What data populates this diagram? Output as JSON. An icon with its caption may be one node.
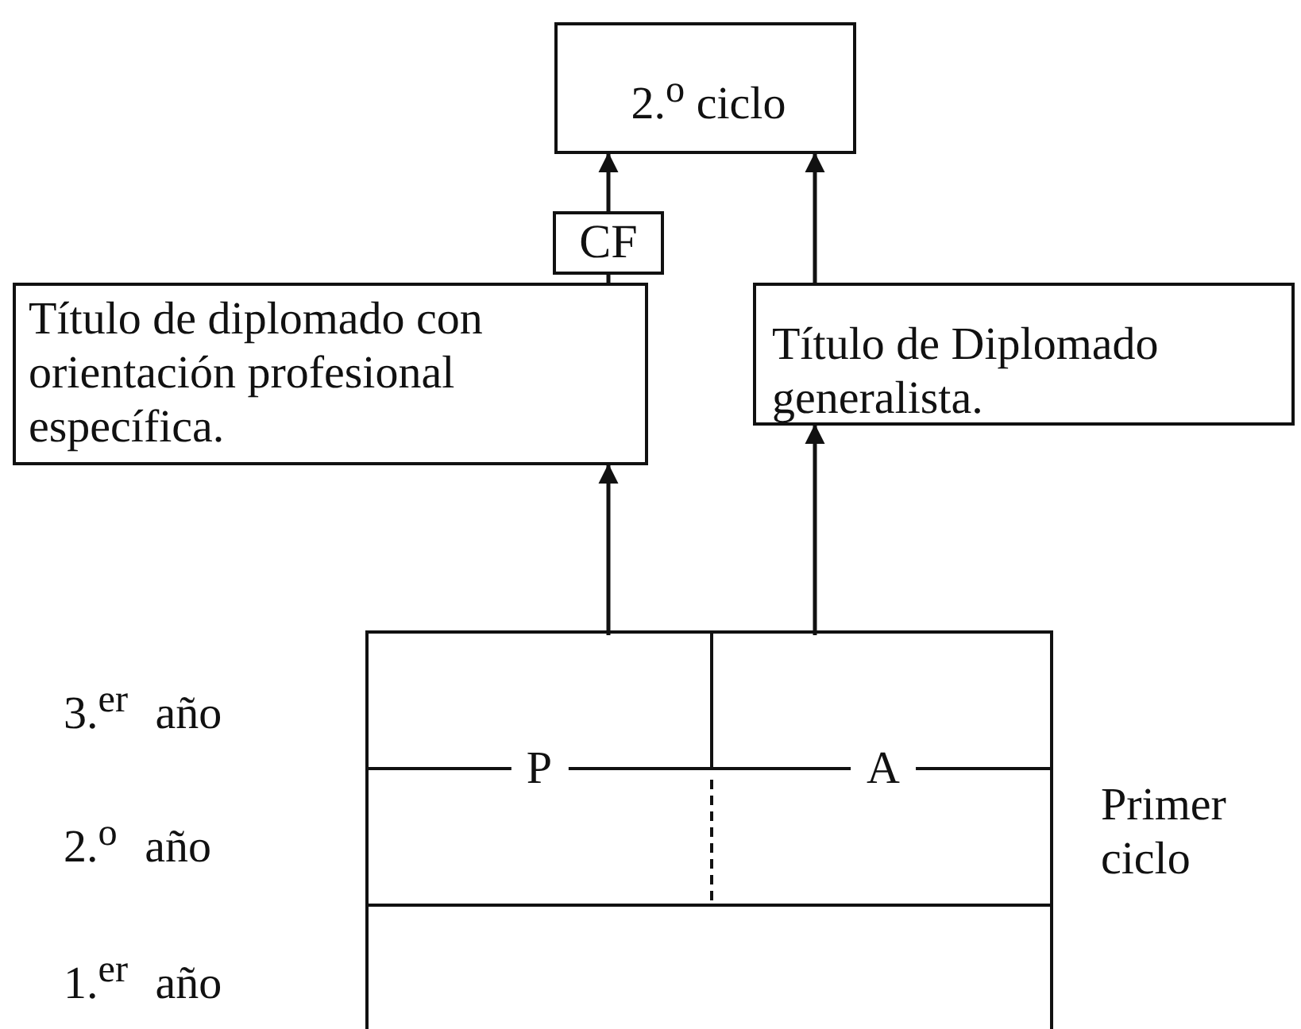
{
  "diagram": {
    "nodes": [
      {
        "text": [
          "2.$^{o}$ ciclo"
        ]
      },
      {
        "text": [
          "CF"
        ]
      },
      {
        "text": [
          "Título de diplomado con orientación profesional específica."
        ]
      },
      {
        "text": [
          "Título de Diplomado generalista."
        ]
      },
      {
        "text": [],
        "shape": "box"
      },
      {
        "text": [
          "P"
        ],
        "in": 4
      },
      {
        "text": [
          "A"
        ],
        "in": 4
      }
    ],
    "edges": [
      {
        "from": 5,
        "to": 2,
        "arrow": "to"
      },
      {
        "from": 6,
        "to": 3,
        "arrow": "to"
      },
      {
        "from": 2,
        "to": 1,
        "arrow": "none"
      },
      {
        "from": 1,
        "to": 0,
        "arrow": "to"
      },
      {
        "from": 3,
        "to": 0,
        "arrow": "to"
      }
    ],
    "labels": [
      "3.$^{er}$ año",
      "2.$^{o}$ año",
      "1.$^{er}$ año",
      "Primer ciclo"
    ]
  }
}
